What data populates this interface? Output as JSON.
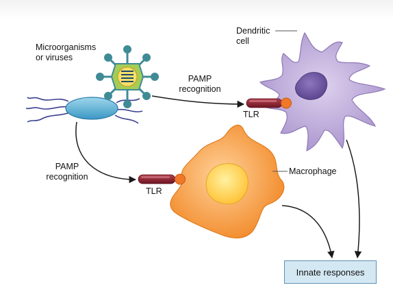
{
  "labels": {
    "microorganisms_line1": "Microorganisms",
    "microorganisms_line2": "or viruses",
    "dendritic_line1": "Dendritic",
    "dendritic_line2": "cell",
    "pamp_top_line1": "PAMP",
    "pamp_top_line2": "recognition",
    "pamp_left_line1": "PAMP",
    "pamp_left_line2": "recognition",
    "tlr_dendritic": "TLR",
    "tlr_macrophage": "TLR",
    "macrophage": "Macrophage",
    "innate_responses": "Innate responses"
  },
  "colors": {
    "dendritic_cell": "#b49ed1",
    "dendritic_nucleus": "#6f58a0",
    "macrophage_cell": "#f59a3c",
    "macrophage_nucleus": "#ffd24a",
    "bacterium": "#5bb2d6",
    "virus_ring": "#a5cc54",
    "virus_core": "#f5e06a",
    "virus_spikes": "#3f8b96",
    "tlr_receptor": "#8a1f2e",
    "tlr_ligand": "#f07828",
    "innate_box": "#d4e8f3",
    "arrows": "#1a1a1a"
  }
}
